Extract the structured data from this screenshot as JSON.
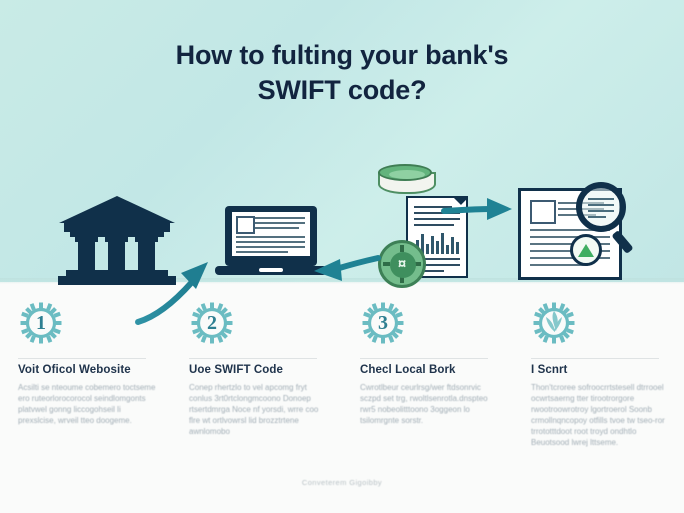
{
  "title": {
    "line1": "How to fulting your bank's",
    "line2": "SWIFT code?",
    "color": "#12243f"
  },
  "theme": {
    "background_top": "#c5e9e5",
    "background_bottom": "#fafbfa",
    "accent_teal": "#2b8a9e",
    "gear_teal": "#6bbcc2",
    "icon_navy": "#10304a",
    "accent_green": "#3fae62",
    "body_text": "#9aa7b0"
  },
  "illustrations": [
    {
      "name": "bank-building-icon",
      "label": "bank building"
    },
    {
      "name": "laptop-icon",
      "label": "laptop with website"
    },
    {
      "name": "document-coins-icon",
      "label": "document with coins"
    },
    {
      "name": "document-search-icon",
      "label": "document with magnifier"
    }
  ],
  "arrows": [
    {
      "name": "arrow-bank-to-laptop",
      "direction": "up-right"
    },
    {
      "name": "arrow-document-to-laptop",
      "direction": "left"
    },
    {
      "name": "arrow-document-to-search",
      "direction": "right"
    }
  ],
  "steps": [
    {
      "number": "1",
      "title": "Voit Oficol Webosite",
      "body": "Acsilti se nteoume cobemero toctseme ero ruteorlorocorocol seindlomgonts platvwel gonng liccogohseil li prexslcise, wrveil tteo doogeme."
    },
    {
      "number": "2",
      "title": "Uoe SWIFT Code",
      "body": "Conep rhertzlo to vel apcomg fryt conlus 3rt0rtclongmcoono Donoep rtsertdmrga Noce nf yorsdi, wrre coo flre wt ortlvowrsl lid brozztrtene awnlomobo"
    },
    {
      "number": "3",
      "title": "Checl Local Bork",
      "body": "Cwrotlbeur ceurlrsg/wer ftdsonrvic sczpd set trg, rwoltlsenrotla.dnspteo rwr5 nobeolitttoono 3oggeon lo tsilomrgnte sorstr."
    },
    {
      "number": "",
      "title": "I Scnrt",
      "body": "Thon'tcroree sofroocrrtstesell dtrrooel ocwrtsaerng tter tirootrorgore rwootroowrotroy lgortroerol Soonb crmollnqncopoy otfills tvoe tw tseo-ror trrototttdoot root troyd ondhtlo Beuotsood lwrej lttseme."
    }
  ],
  "footer": {
    "text": "Conveterem Gigoibby"
  }
}
